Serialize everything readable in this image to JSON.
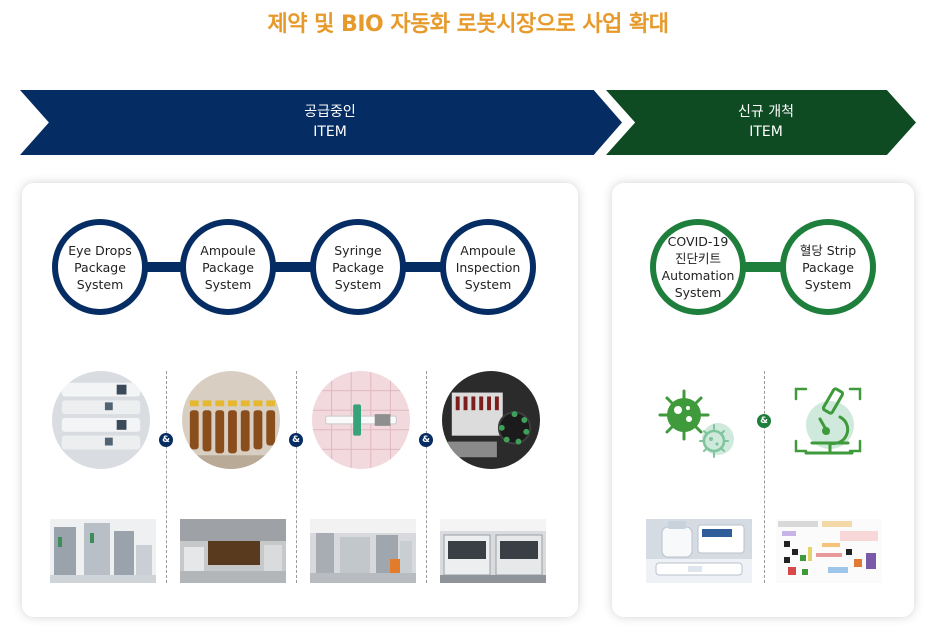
{
  "header": {
    "title": "제약 및 BIO 자동화 로봇시장으로 사업 확대"
  },
  "banners": {
    "current": {
      "line1": "공급중인",
      "line2": "ITEM"
    },
    "new": {
      "line1": "신규 개척",
      "line2": "ITEM"
    }
  },
  "current_items": [
    {
      "label": "Eye Drops\nPackage\nSystem"
    },
    {
      "label": "Ampoule\nPackage\nSystem"
    },
    {
      "label": "Syringe\nPackage\nSystem"
    },
    {
      "label": "Ampoule\nInspection\nSystem"
    }
  ],
  "new_items": [
    {
      "label": "COVID-19\n진단키트\nAutomation\nSystem"
    },
    {
      "label": "혈당 Strip\nPackage\nSystem"
    }
  ],
  "separator": "&",
  "colors": {
    "title": "#e79a2c",
    "navy": "#052d63",
    "dark_green": "#0e4b23",
    "green": "#1d7f3b",
    "virus": "#3f9a3c",
    "virus_light": "#a8d8c0"
  },
  "icons": {
    "virus": "virus-icon",
    "microscope": "microscope-icon"
  }
}
